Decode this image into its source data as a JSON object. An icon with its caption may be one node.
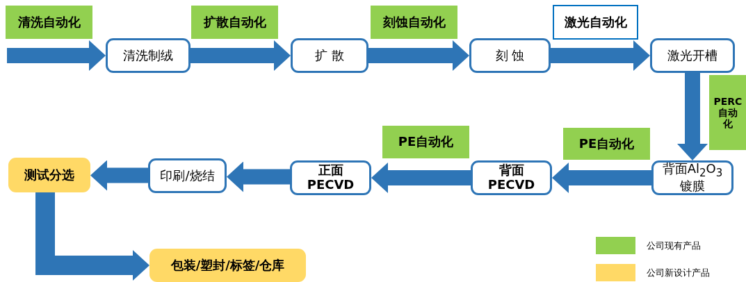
{
  "diagram": {
    "nodes": [
      {
        "text": [
          "清洗自动化"
        ]
      },
      {
        "text": [
          "扩散自动化"
        ]
      },
      {
        "text": [
          "刻蚀自动化"
        ]
      },
      {
        "text": [
          "激光自动化"
        ]
      },
      {
        "text": [
          "PERC自动化"
        ]
      },
      {
        "text": [
          "PE自动化"
        ]
      },
      {
        "text": [
          "PE自动化"
        ]
      },
      {
        "text": [
          "清洗制绒"
        ]
      },
      {
        "text": [
          "扩 散"
        ]
      },
      {
        "text": [
          "刻 蚀"
        ]
      },
      {
        "text": [
          "激光开槽"
        ]
      },
      {
        "text": [
          "背面Al$_{2}$O$_{3}$ 镀膜"
        ]
      },
      {
        "text": [
          "背面 PECVD"
        ]
      },
      {
        "text": [
          "正面 PECVD"
        ]
      },
      {
        "text": [
          "印刷/烧结"
        ]
      },
      {
        "text": [
          "测试分选"
        ]
      },
      {
        "text": [
          "包装/塑封/标签/仓库"
        ]
      }
    ],
    "edges": [
      {
        "from": null,
        "to": 7,
        "arrow": "to"
      },
      {
        "from": 7,
        "to": 8,
        "arrow": "to"
      },
      {
        "from": 8,
        "to": 9,
        "arrow": "to"
      },
      {
        "from": 9,
        "to": 10,
        "arrow": "to"
      },
      {
        "from": 10,
        "to": 11,
        "arrow": "to"
      },
      {
        "from": 11,
        "to": 12,
        "arrow": "to"
      },
      {
        "from": 12,
        "to": 13,
        "arrow": "to"
      },
      {
        "from": 13,
        "to": 14,
        "arrow": "to"
      },
      {
        "from": 14,
        "to": 15,
        "arrow": "to"
      },
      {
        "from": 15,
        "to": 16,
        "arrow": "to"
      }
    ],
    "legend": [
      {
        "text": "公司现有产品",
        "color": "#92d050"
      },
      {
        "text": "公司新设计产品",
        "color": "#ffd966"
      }
    ]
  }
}
